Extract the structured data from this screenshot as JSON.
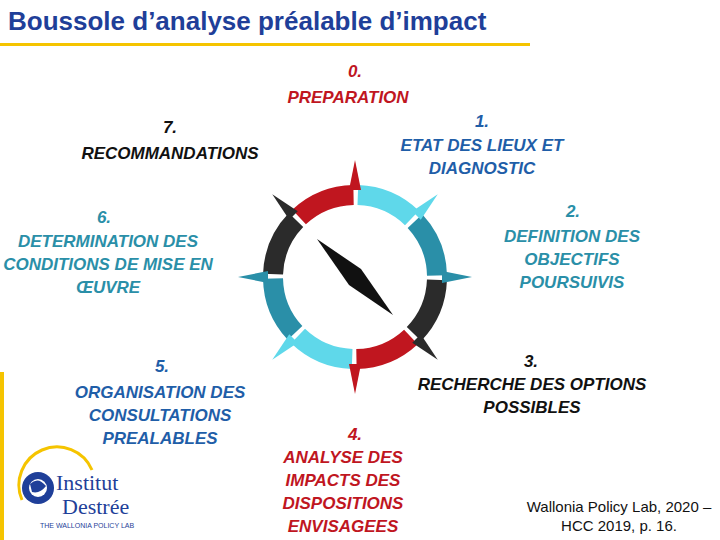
{
  "diagram": {
    "title": "Boussole d’analyse préalable d’impact",
    "caption": "Wallonia Policy Lab, 2020 – HCC 2019, p. 16.",
    "labels": [
      "0.",
      "PREPARATION",
      "1.",
      "ETAT DES LIEUX ET DIAGNOSTIC",
      "2.",
      "DEFINITION DES OBJECTIFS POURSUIVIS",
      "3.",
      "RECHERCHE DES OPTIONS POSSIBLES",
      "4.",
      "ANALYSE DES IMPACTS DES DISPOSITIONS ENVISAGEES",
      "5.",
      "ORGANISATION DES CONSULTATIONS PREALABLES",
      "6.",
      "DETERMINATION DES CONDITIONS DE MISE EN ŒUVRE",
      "7.",
      "RECOMMANDATIONS",
      "Institut",
      "Destrée",
      "THE WALLONIA POLICY LAB"
    ]
  }
}
